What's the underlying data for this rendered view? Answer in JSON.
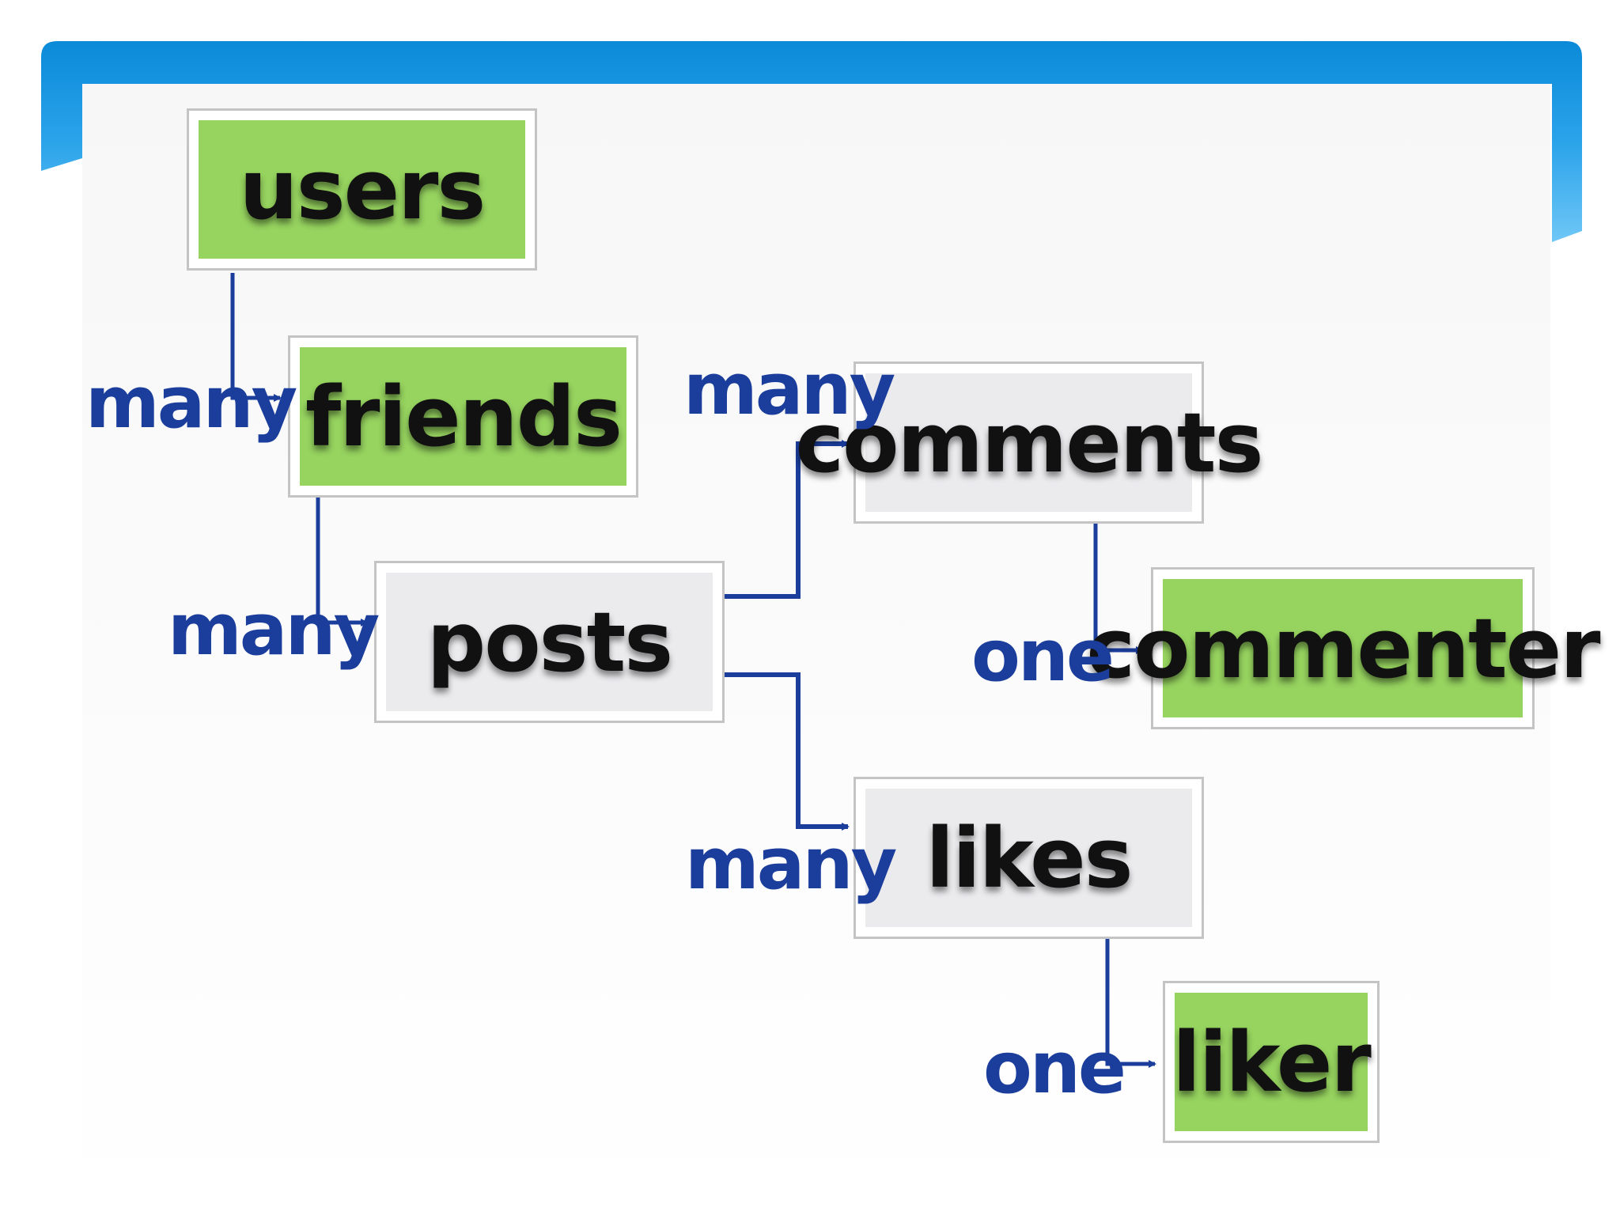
{
  "colors": {
    "banner": "#0e8fdc",
    "entity_green": "#96d35f",
    "entity_grey": "#ebebee",
    "connector": "#1b3e9d",
    "label": "#1b3e9d"
  },
  "entities": {
    "users": "users",
    "friends": "friends",
    "posts": "posts",
    "comments": "comments",
    "commenter": "commenter",
    "likes": "likes",
    "liker": "liker"
  },
  "relations": {
    "users_friends": "many",
    "friends_posts": "many",
    "posts_comments": "many",
    "posts_likes": "many",
    "comments_commenter": "one",
    "likes_liker": "one"
  }
}
